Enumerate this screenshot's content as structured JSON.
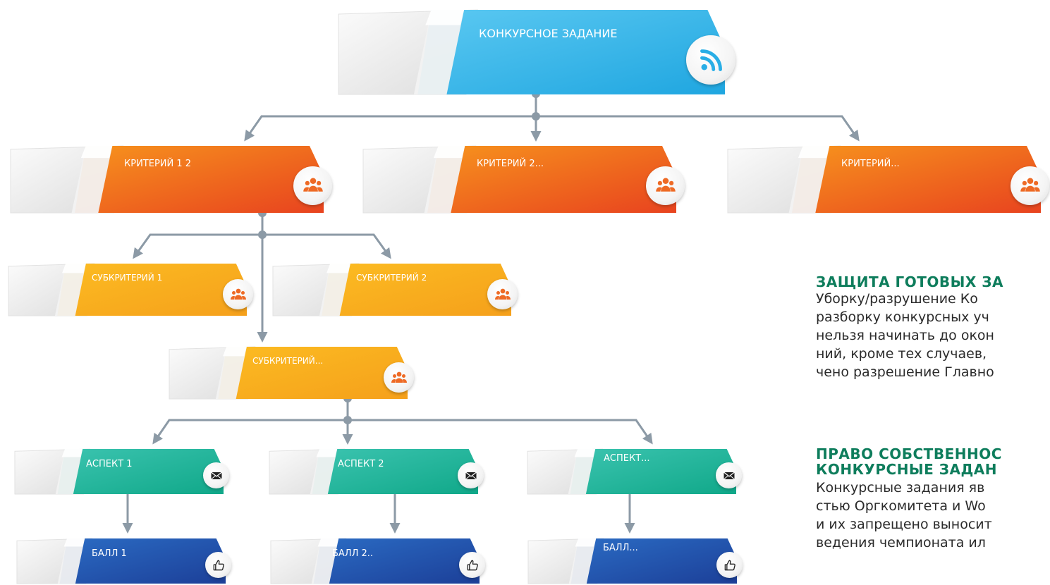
{
  "diagram": {
    "nodes": {
      "root": {
        "label": "КОНКУРСНОЕ ЗАДАНИЕ",
        "icon": "rss-icon",
        "color": "blue"
      },
      "crit1": {
        "label": "КРИТЕРИЙ 1 2",
        "icon": "people-icon",
        "color": "orange"
      },
      "crit2": {
        "label": "КРИТЕРИЙ 2...",
        "icon": "people-icon",
        "color": "orange"
      },
      "crit3": {
        "label": "КРИТЕРИЙ...",
        "icon": "people-icon",
        "color": "orange"
      },
      "sub1": {
        "label": "СУБКРИТЕРИЙ 1",
        "icon": "people-icon",
        "color": "yellow"
      },
      "sub2": {
        "label": "СУБКРИТЕРИЙ 2",
        "icon": "people-icon",
        "color": "yellow"
      },
      "sub3": {
        "label": "СУБКРИТЕРИЙ...",
        "icon": "people-icon",
        "color": "yellow"
      },
      "asp1": {
        "label": "АСПЕКТ 1",
        "icon": "envelope-icon",
        "color": "teal"
      },
      "asp2": {
        "label": "АСПЕКТ 2",
        "icon": "envelope-icon",
        "color": "teal"
      },
      "asp3": {
        "label": "АСПЕКТ...",
        "icon": "envelope-icon",
        "color": "teal"
      },
      "ball1": {
        "label": "БАЛЛ 1",
        "icon": "thumbs-up-icon",
        "color": "navy"
      },
      "ball2": {
        "label": "БАЛЛ 2..",
        "icon": "thumbs-up-icon",
        "color": "navy"
      },
      "ball3": {
        "label": "БАЛЛ...",
        "icon": "thumbs-up-icon",
        "color": "navy"
      }
    }
  },
  "colors": {
    "blue": [
      "#5cc9f2",
      "#1fa6e0"
    ],
    "orange": [
      "#f7941d",
      "#e8431f"
    ],
    "yellow": [
      "#fcbc22",
      "#f5a01b"
    ],
    "teal": [
      "#3cc4b0",
      "#10a889"
    ],
    "navy": [
      "#2b6cc4",
      "#1c3f98"
    ],
    "connector": "#8c9aa6",
    "heading": "#0e7d5c"
  },
  "side_text": {
    "section1": {
      "title": "ЗАЩИТА ГОТОВЫХ ЗА",
      "lines": [
        "Уборку/разрушение  Ко",
        "разборку конкурсных уч",
        "нельзя начинать до окон",
        "ний, кроме тех случаев,",
        "чено разрешение Главно"
      ]
    },
    "section2": {
      "title_lines": [
        "ПРАВО СОБСТВЕННОС",
        "КОНКУРСНЫЕ ЗАДАН"
      ],
      "lines": [
        "Конкурсные задания яв",
        "стью Оргкомитета и Wo",
        "и их запрещено выносит",
        "ведения чемпионата ил"
      ]
    }
  }
}
